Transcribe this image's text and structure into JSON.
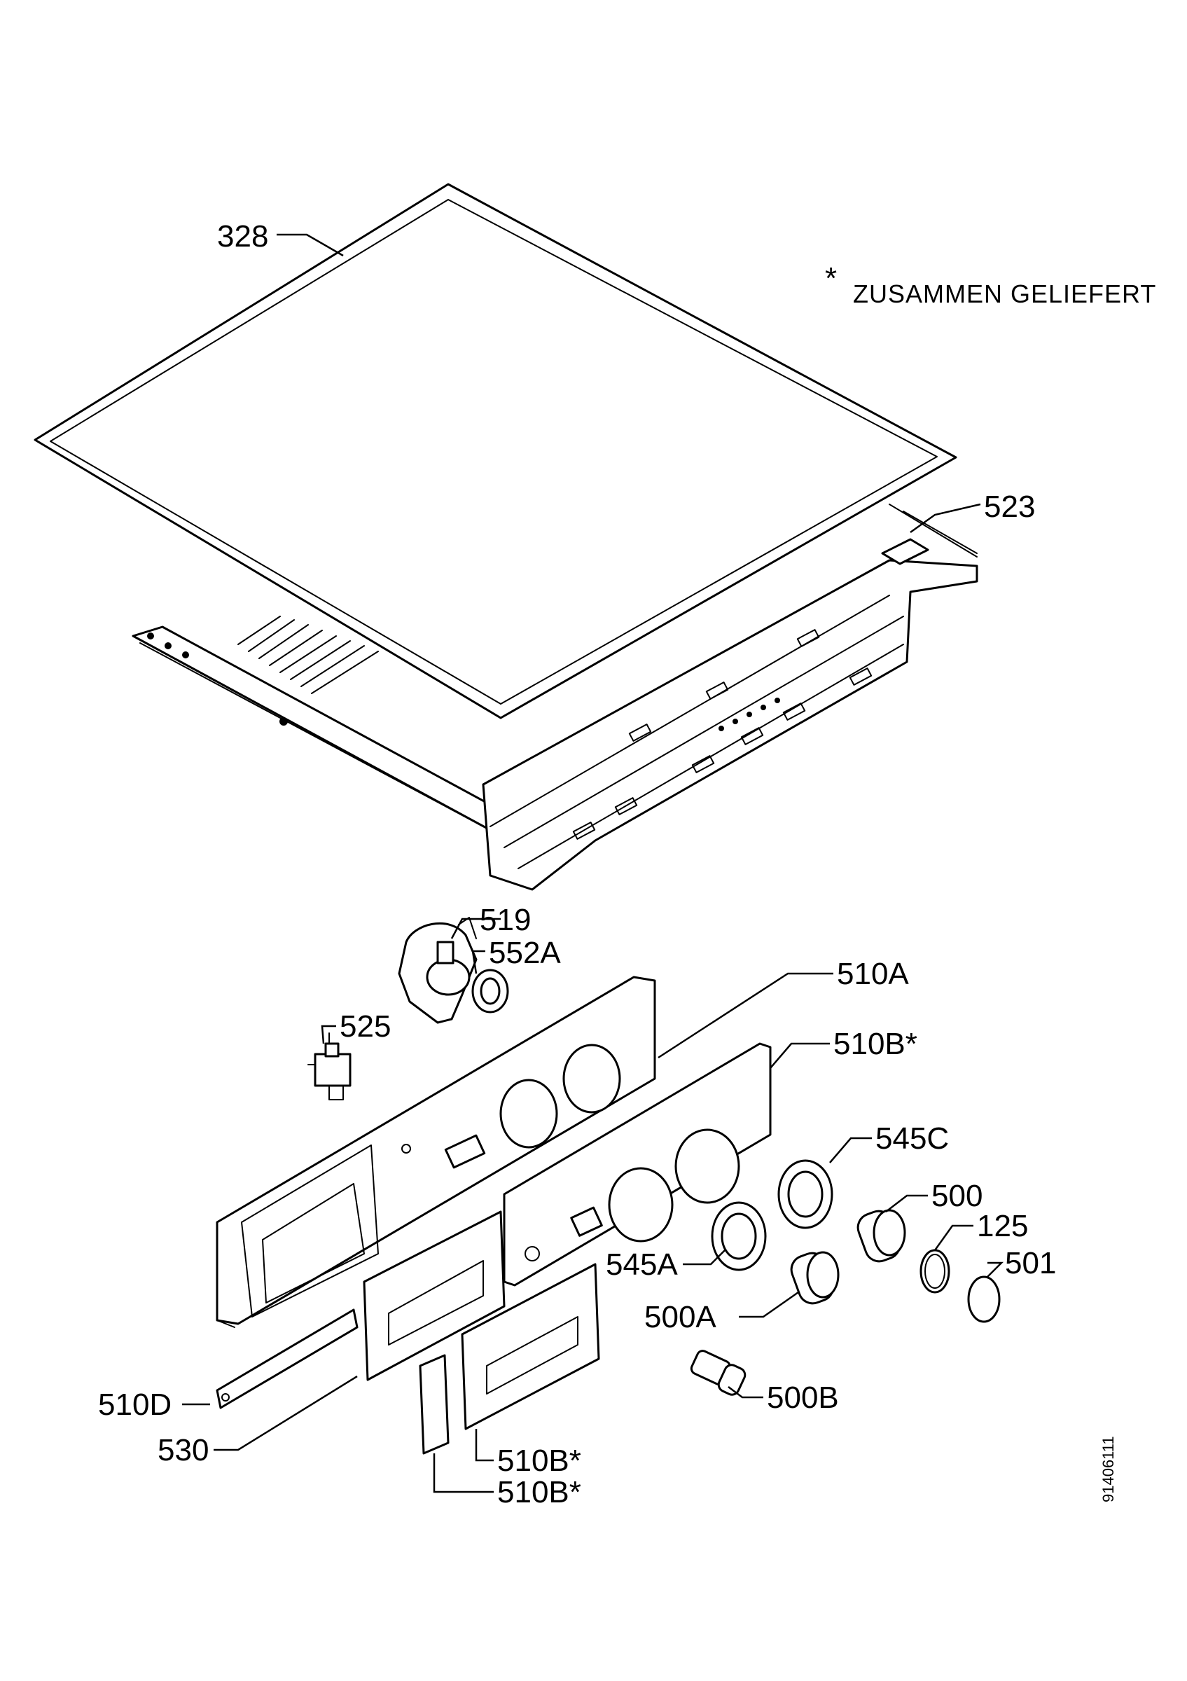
{
  "note": {
    "asterisk": "*",
    "text": "ZUSAMMEN GELIEFERT"
  },
  "drawing_number": "91406111",
  "parts": {
    "p328": "328",
    "p523": "523",
    "p519": "519",
    "p552a": "552A",
    "p525": "525",
    "p510a": "510A",
    "p510b_top": "510B*",
    "p545c": "545C",
    "p500": "500",
    "p125": "125",
    "p501": "501",
    "p545a": "545A",
    "p500a": "500A",
    "p500b": "500B",
    "p510d": "510D",
    "p530": "530",
    "p510b_mid": "510B*",
    "p510b_low": "510B*"
  }
}
